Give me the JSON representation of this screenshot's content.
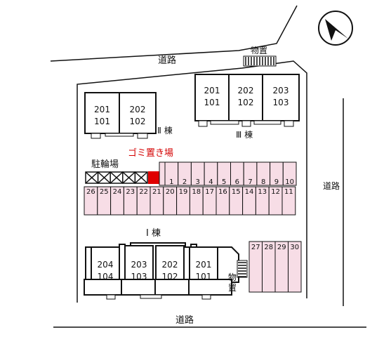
{
  "roads": {
    "top": "道路",
    "right": "道路",
    "bottom": "道路"
  },
  "storage": {
    "top_label": "物置",
    "bottom_label": [
      "物",
      "置"
    ]
  },
  "buildings": {
    "b2": {
      "label": "Ⅱ 棟",
      "units": [
        [
          "201",
          "101"
        ],
        [
          "202",
          "102"
        ]
      ]
    },
    "b3": {
      "label": "Ⅲ 棟",
      "units": [
        [
          "201",
          "101"
        ],
        [
          "202",
          "102"
        ],
        [
          "203",
          "103"
        ]
      ]
    },
    "b1": {
      "label": "Ⅰ 棟",
      "units": [
        [
          "204",
          "104"
        ],
        [
          "203",
          "103"
        ],
        [
          "202",
          "102"
        ],
        [
          "201",
          "101"
        ]
      ]
    }
  },
  "bicycle_parking": "駐輪場",
  "garbage": "ゴミ置き場",
  "parking": {
    "top_row": [
      "1",
      "2",
      "3",
      "4",
      "5",
      "6",
      "7",
      "8",
      "9",
      "10"
    ],
    "bottom_row": [
      "26",
      "25",
      "24",
      "23",
      "22",
      "21",
      "20",
      "19",
      "18",
      "17",
      "16",
      "15",
      "14",
      "13",
      "12",
      "11"
    ],
    "right_block": [
      "27",
      "28",
      "29",
      "30"
    ]
  },
  "colors": {
    "parking_fill": "#f7dde6",
    "garbage_fill": "#e00000",
    "label_red": "#d40000"
  },
  "icons": {
    "north": "north-arrow-icon"
  }
}
